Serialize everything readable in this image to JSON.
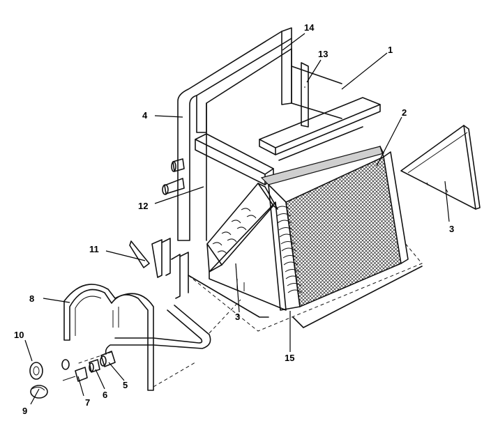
{
  "callouts": [
    {
      "id": "1",
      "text": "1"
    },
    {
      "id": "2",
      "text": "2"
    },
    {
      "id": "3a",
      "text": "3"
    },
    {
      "id": "3b",
      "text": "3"
    },
    {
      "id": "4",
      "text": "4"
    },
    {
      "id": "5",
      "text": "5"
    },
    {
      "id": "6",
      "text": "6"
    },
    {
      "id": "7",
      "text": "7"
    },
    {
      "id": "8",
      "text": "8"
    },
    {
      "id": "9",
      "text": "9"
    },
    {
      "id": "10",
      "text": "10"
    },
    {
      "id": "11",
      "text": "11"
    },
    {
      "id": "12",
      "text": "12"
    },
    {
      "id": "13",
      "text": "13"
    },
    {
      "id": "14",
      "text": "14"
    },
    {
      "id": "15",
      "text": "15"
    }
  ],
  "colors": {
    "line": "#111111",
    "background": "#ffffff",
    "coil_fill": "#cfcfcf"
  }
}
